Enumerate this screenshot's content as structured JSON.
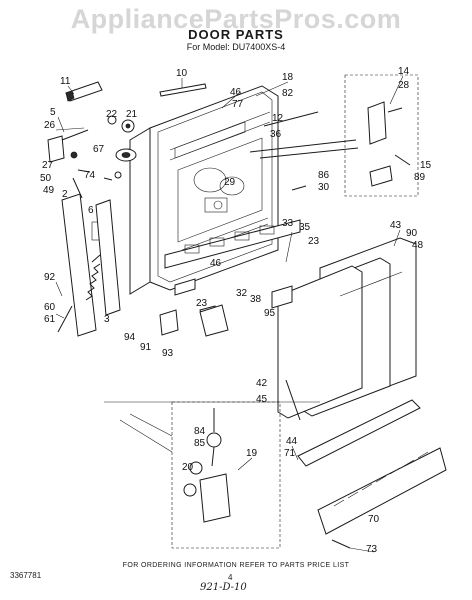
{
  "watermark": "AppliancePartsPros.com",
  "title": "DOOR PARTS",
  "subtitle": "For Model: DU7400XS-4",
  "footer": "FOR ORDERING INFORMATION REFER TO PARTS PRICE LIST",
  "doc_number": "3367781",
  "page_number": "4",
  "handwritten_note": "921-D-10",
  "callouts": [
    "10",
    "18",
    "46",
    "77",
    "82",
    "11",
    "5",
    "26",
    "22",
    "21",
    "12",
    "36",
    "14",
    "28",
    "67",
    "27",
    "50",
    "74",
    "86",
    "30",
    "2",
    "49",
    "6",
    "29",
    "15",
    "89",
    "33",
    "35",
    "23",
    "43",
    "90",
    "48",
    "92",
    "60",
    "61",
    "3",
    "46",
    "23",
    "32",
    "38",
    "94",
    "91",
    "93",
    "95",
    "42",
    "45",
    "44",
    "71",
    "84",
    "85",
    "20",
    "19",
    "70",
    "73"
  ]
}
